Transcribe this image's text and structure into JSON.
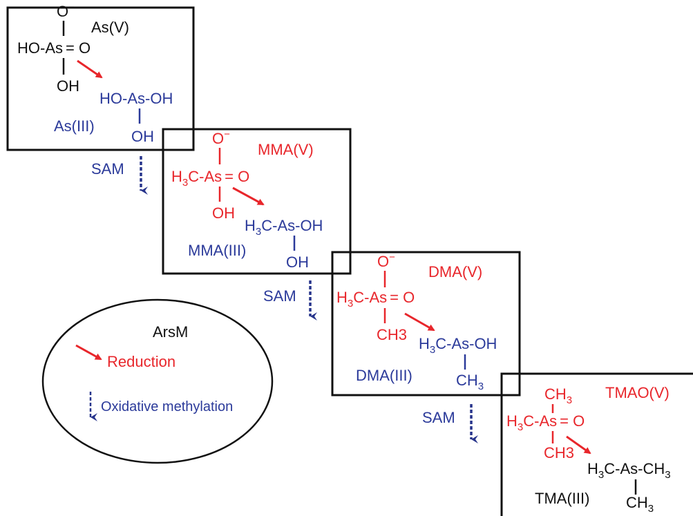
{
  "colors": {
    "black": "#111111",
    "red": "#e8262b",
    "blue": "#2b3a9a",
    "arrow_blue": "#27348b"
  },
  "step1": {
    "oxidized": {
      "o_minus": "O",
      "minus": "−",
      "left": "HO-",
      "center": "As",
      "right": "= O",
      "bottom": "OH",
      "label": "As(V)"
    },
    "reduced": {
      "formula": "HO-As-OH",
      "bottom": "OH",
      "label": "As(III)"
    }
  },
  "step2": {
    "oxidized": {
      "o_minus": "O",
      "minus": "−",
      "left_base": "H",
      "left_sub": "3",
      "left_rest": "C-",
      "center": "As",
      "right": "= O",
      "bottom": "OH",
      "label": "MMA(V)"
    },
    "reduced": {
      "f_base": "H",
      "f_sub": "3",
      "f_rest": "C-As-OH",
      "bottom": "OH",
      "label": "MMA(III)"
    }
  },
  "step3": {
    "oxidized": {
      "o_minus": "O",
      "minus": "−",
      "left_base": "H",
      "left_sub": "3",
      "left_rest": "C-",
      "center": "As",
      "right": "= O",
      "bottom": "CH3",
      "label": "DMA(V)"
    },
    "reduced": {
      "f_base": "H",
      "f_sub": "3",
      "f_rest": "C-As-OH",
      "bottom_base": "CH",
      "bottom_sub": "3",
      "label": "DMA(III)"
    }
  },
  "step4": {
    "oxidized": {
      "top_base": "CH",
      "top_sub": "3",
      "left_base": "H",
      "left_sub": "3",
      "left_rest": "C-",
      "center": "As",
      "right": "= O",
      "bottom": "CH3",
      "label": "TMAO(V)"
    },
    "reduced": {
      "f_base": "H",
      "f_sub": "3",
      "f_mid": "C-As-CH",
      "f_sub2": "3",
      "bottom_base": "CH",
      "bottom_sub": "3",
      "label": "TMA(III)"
    }
  },
  "sam_labels": [
    "SAM",
    "SAM",
    "SAM"
  ],
  "legend": {
    "title": "ArsM",
    "reduction": "Reduction",
    "methylation": "Oxidative methylation"
  }
}
